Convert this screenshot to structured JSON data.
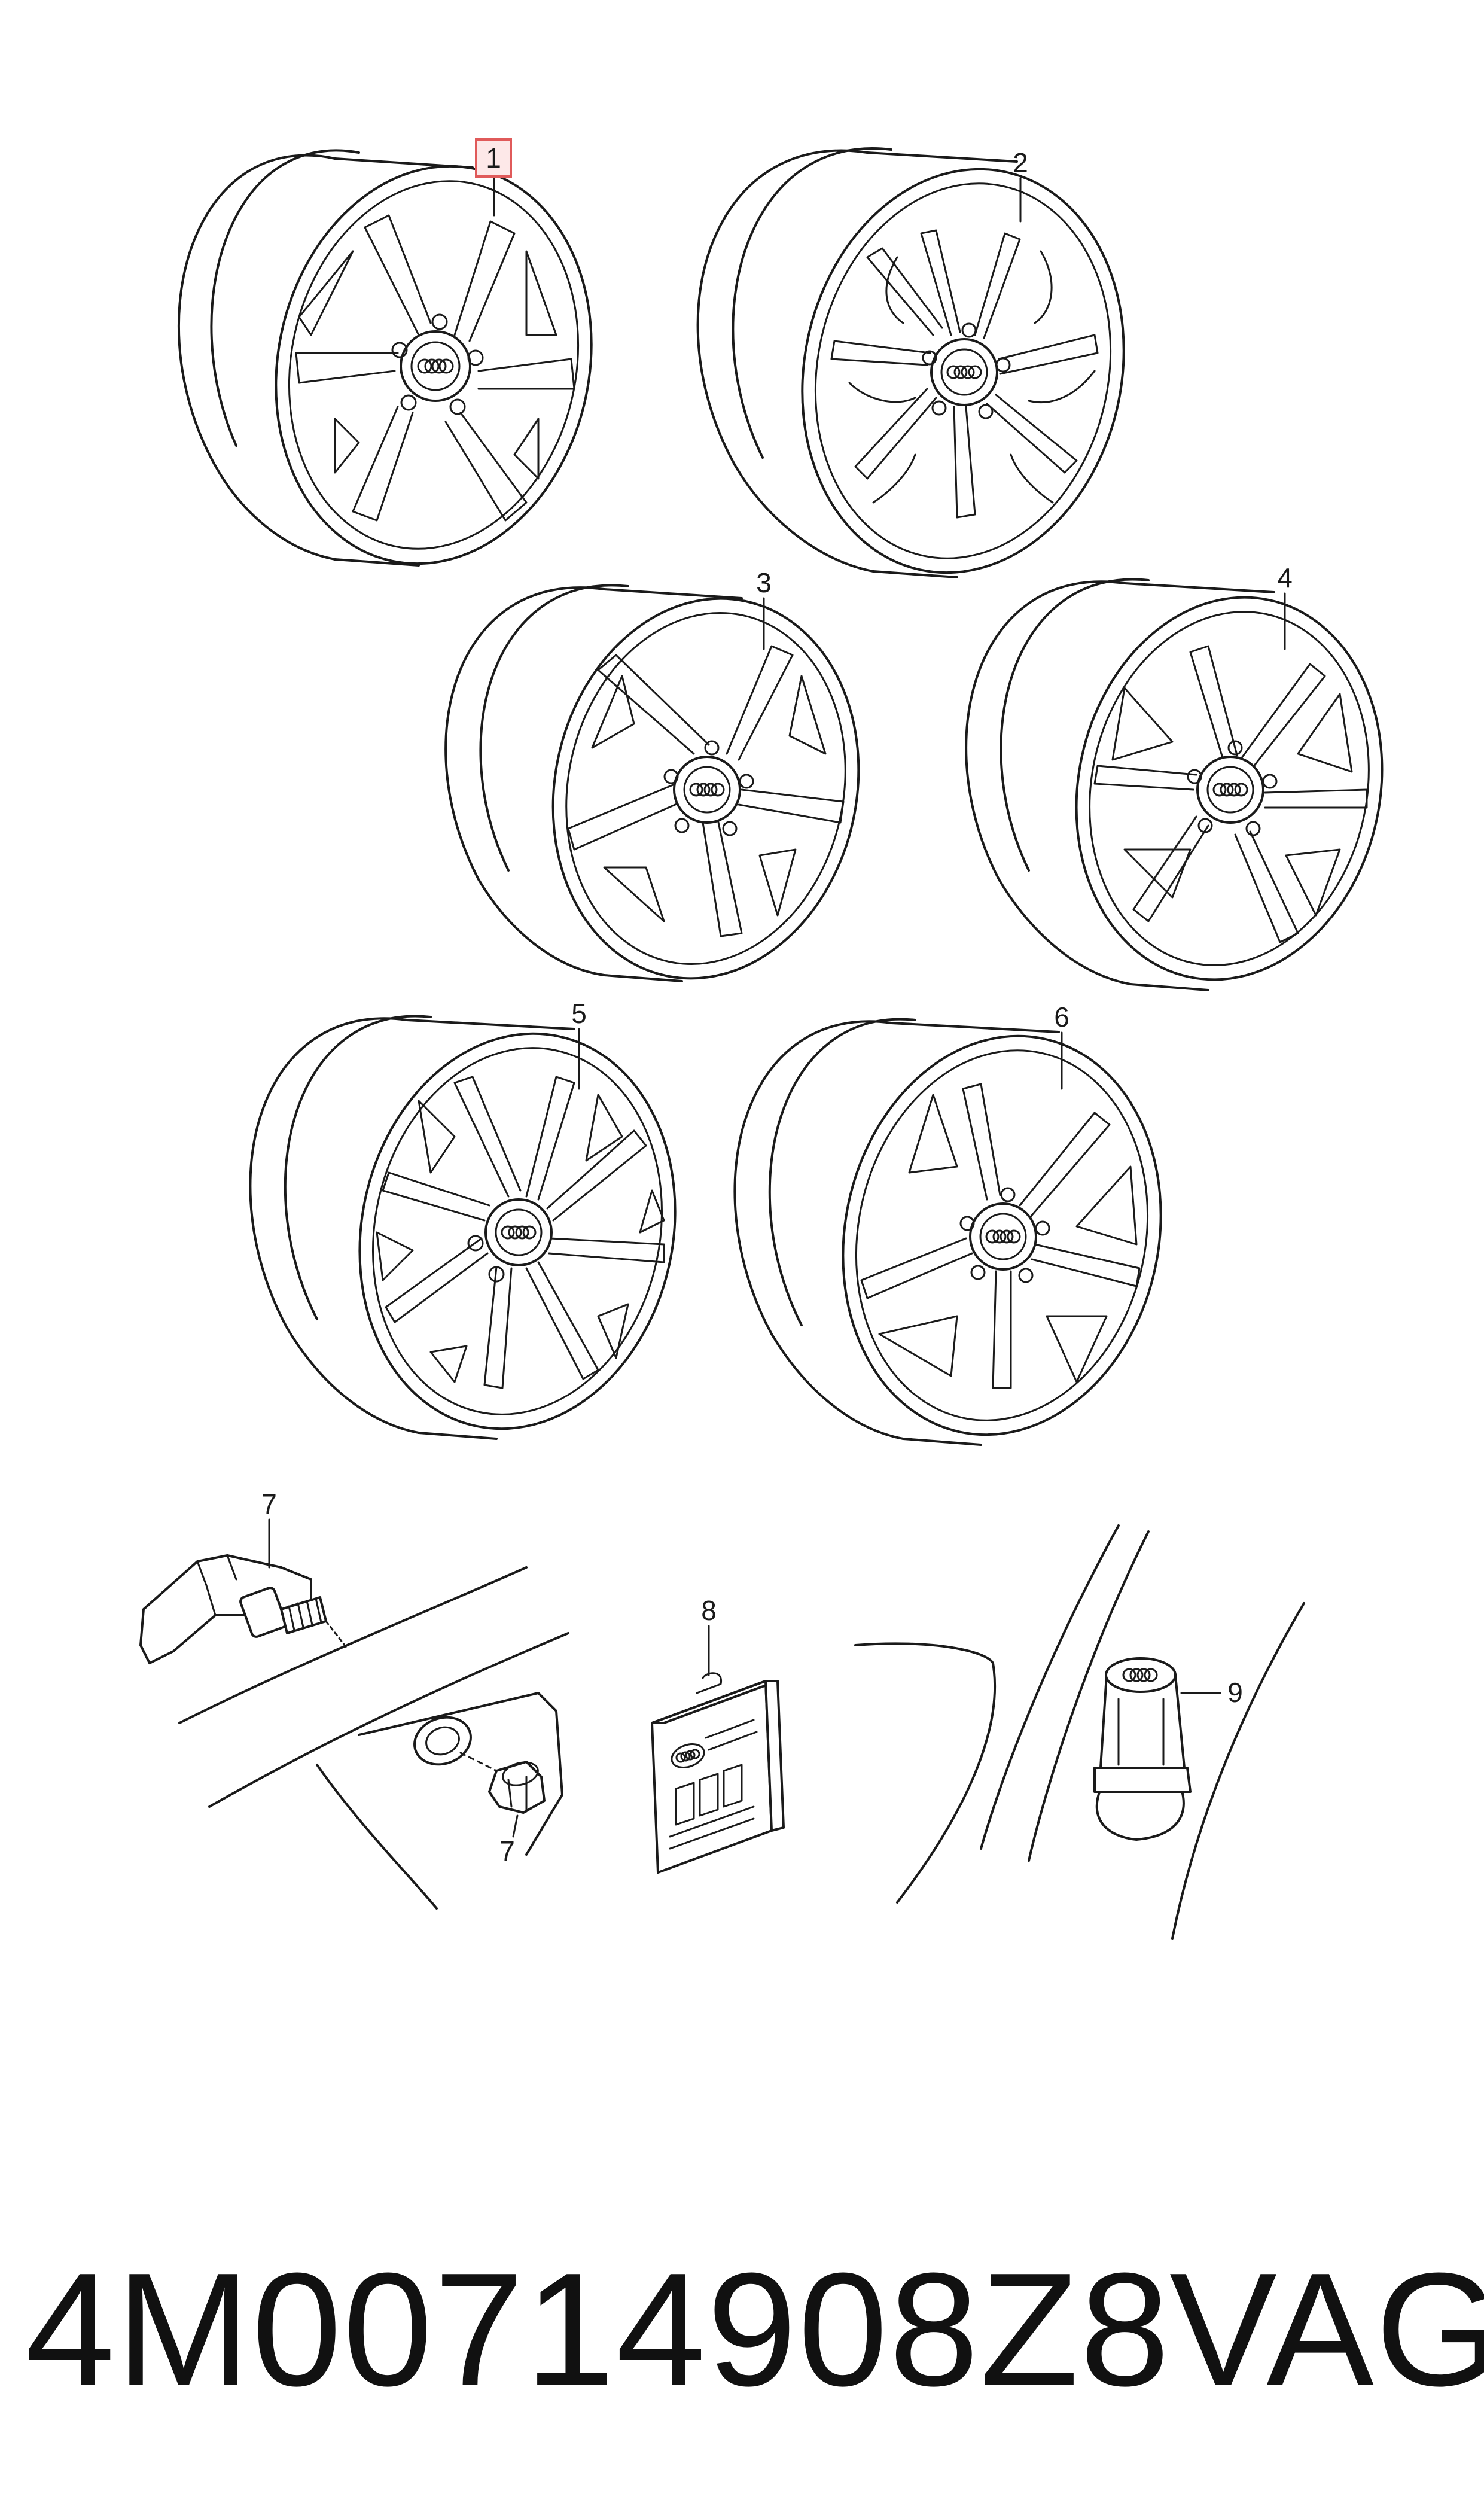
{
  "callouts": {
    "c1": "1",
    "c2": "2",
    "c3": "3",
    "c4": "4",
    "c5": "5",
    "c6": "6",
    "c7a": "7",
    "c7b": "7",
    "c8": "8",
    "c9": "9"
  },
  "highlighted_callout": "1",
  "footer": {
    "part_number": "4M00714908Z8",
    "brand": "VAG"
  },
  "colors": {
    "line": "#1a1a1a",
    "highlight_fill": "#fde8e8",
    "highlight_stroke": "#e05a5a"
  }
}
